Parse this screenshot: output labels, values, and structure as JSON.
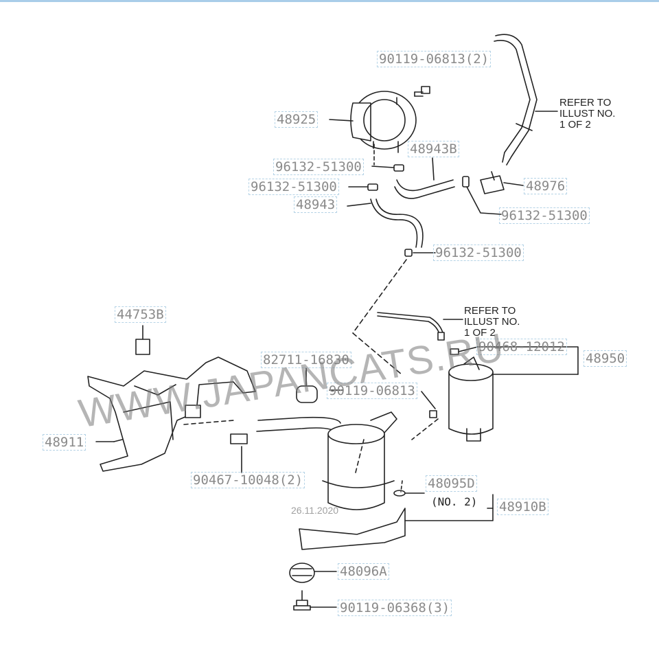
{
  "diagram": {
    "parts": [
      {
        "id": "p-90119-06813-2",
        "label": "90119-06813(2)"
      },
      {
        "id": "p-48925",
        "label": "48925"
      },
      {
        "id": "p-48943b",
        "label": "48943B"
      },
      {
        "id": "p-96132-51300-a",
        "label": "96132-51300"
      },
      {
        "id": "p-96132-51300-b",
        "label": "96132-51300"
      },
      {
        "id": "p-48976",
        "label": "48976"
      },
      {
        "id": "p-48943",
        "label": "48943"
      },
      {
        "id": "p-96132-51300-c",
        "label": "96132-51300"
      },
      {
        "id": "p-96132-51300-d",
        "label": "96132-51300"
      },
      {
        "id": "p-44753b",
        "label": "44753B"
      },
      {
        "id": "p-82711-16830",
        "label": "82711-16830"
      },
      {
        "id": "p-90468-12012",
        "label": "90468-12012"
      },
      {
        "id": "p-48950",
        "label": "48950"
      },
      {
        "id": "p-90119-06813",
        "label": "90119-06813"
      },
      {
        "id": "p-48911",
        "label": "48911"
      },
      {
        "id": "p-90467-10048-2",
        "label": "90467-10048(2)"
      },
      {
        "id": "p-48095d",
        "label": "48095D"
      },
      {
        "id": "p-48910b",
        "label": "48910B"
      },
      {
        "id": "p-48096a",
        "label": "48096A"
      },
      {
        "id": "p-90119-06368-3",
        "label": "90119-06368(3)"
      }
    ],
    "refer_top": "REFER TO\nILLUST NO.\n1 OF 2",
    "refer_mid": "REFER TO\nILLUST NO.\n1 OF 2",
    "no2": "(NO. 2)",
    "watermark": "WWW.JAPANCATS.RU",
    "watermark_date": "26.11.2020"
  }
}
